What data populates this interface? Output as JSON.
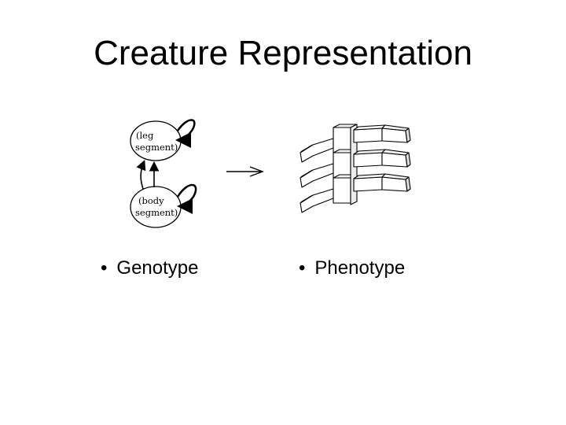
{
  "slide": {
    "title": "Creature Representation"
  },
  "genotype": {
    "bullet_label": "Genotype",
    "leg_node": {
      "line1": "(leg",
      "line2": "segment)"
    },
    "body_node": {
      "line1": "(body",
      "line2": "segment)"
    }
  },
  "phenotype": {
    "bullet_label": "Phenotype",
    "segment_rows": 3
  },
  "bullet_glyph": "•"
}
